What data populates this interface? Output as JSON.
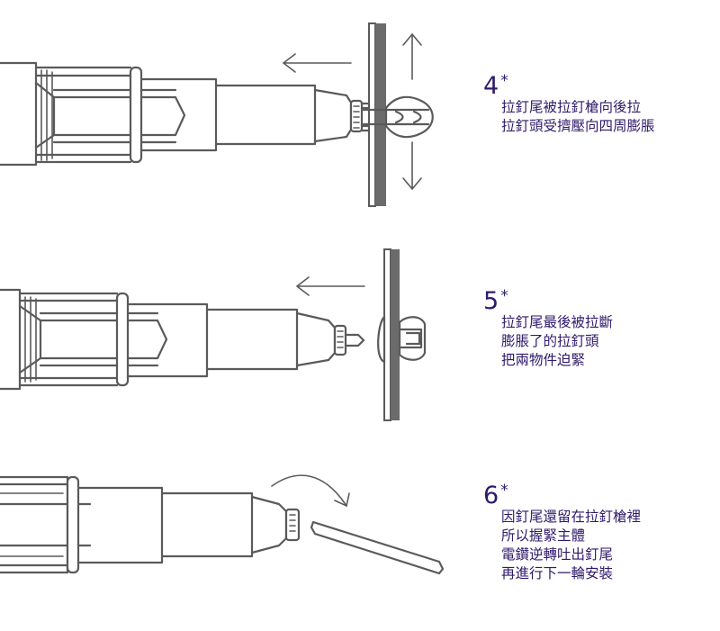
{
  "steps": [
    {
      "number": "4",
      "marker": "*",
      "lines": [
        "拉釘尾被拉釘槍向後拉",
        "拉釘頭受擠壓向四周膨脹"
      ]
    },
    {
      "number": "5",
      "marker": "*",
      "lines": [
        "拉釘尾最後被拉斷",
        "膨脹了的拉釘頭",
        "把兩物件迫緊"
      ]
    },
    {
      "number": "6",
      "marker": "*",
      "lines": [
        "因釘尾還留在拉釘槍裡",
        "所以握緊主體",
        "電鑽逆轉吐出釘尾",
        "再進行下一輪安裝"
      ]
    }
  ],
  "colors": {
    "text": "#2f1a6b",
    "line": "#5a5a5a",
    "plate": "#6b6b6b"
  }
}
